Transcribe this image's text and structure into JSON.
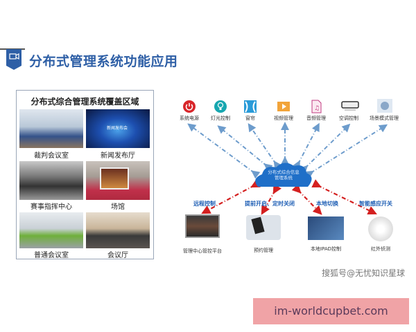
{
  "slide": {
    "title": "分布式管理系统功能应用",
    "header_icon": "video-chat-icon"
  },
  "panel": {
    "title": "分布式综合管理系统覆盖区域",
    "rooms": [
      "裁判会议室",
      "新闻发布厅",
      "赛事指挥中心",
      "场馆",
      "普通会议室",
      "会议厅"
    ],
    "news_screen_text": "新闻发布会"
  },
  "diagram": {
    "center": "分布式综合信息管理系统",
    "top_items": [
      {
        "label": "系统电源",
        "icon": "power-icon"
      },
      {
        "label": "灯光控制",
        "icon": "lightbulb-icon"
      },
      {
        "label": "窗帘",
        "icon": "curtain-icon"
      },
      {
        "label": "视频管理",
        "icon": "video-icon"
      },
      {
        "label": "音频管理",
        "icon": "audio-file-icon"
      },
      {
        "label": "空调控制",
        "icon": "air-conditioner-icon"
      },
      {
        "label": "场景模式管理",
        "icon": "scene-icon"
      }
    ],
    "bottom_arrows": [
      "远程控制",
      "提前开启、定时关闭",
      "本地切换",
      "智能感应开关"
    ],
    "bottom_items": [
      "管理中心管控平台",
      "预约管理",
      "本地IPAD控制",
      "红外侦测"
    ],
    "colors": {
      "up_arrow": "#6d9ccc",
      "down_arrow": "#d42020",
      "cloud": "#1f6fc8"
    }
  },
  "watermark": "搜狐号@无忧知识星球",
  "banner": "im-worldcupbet.com"
}
